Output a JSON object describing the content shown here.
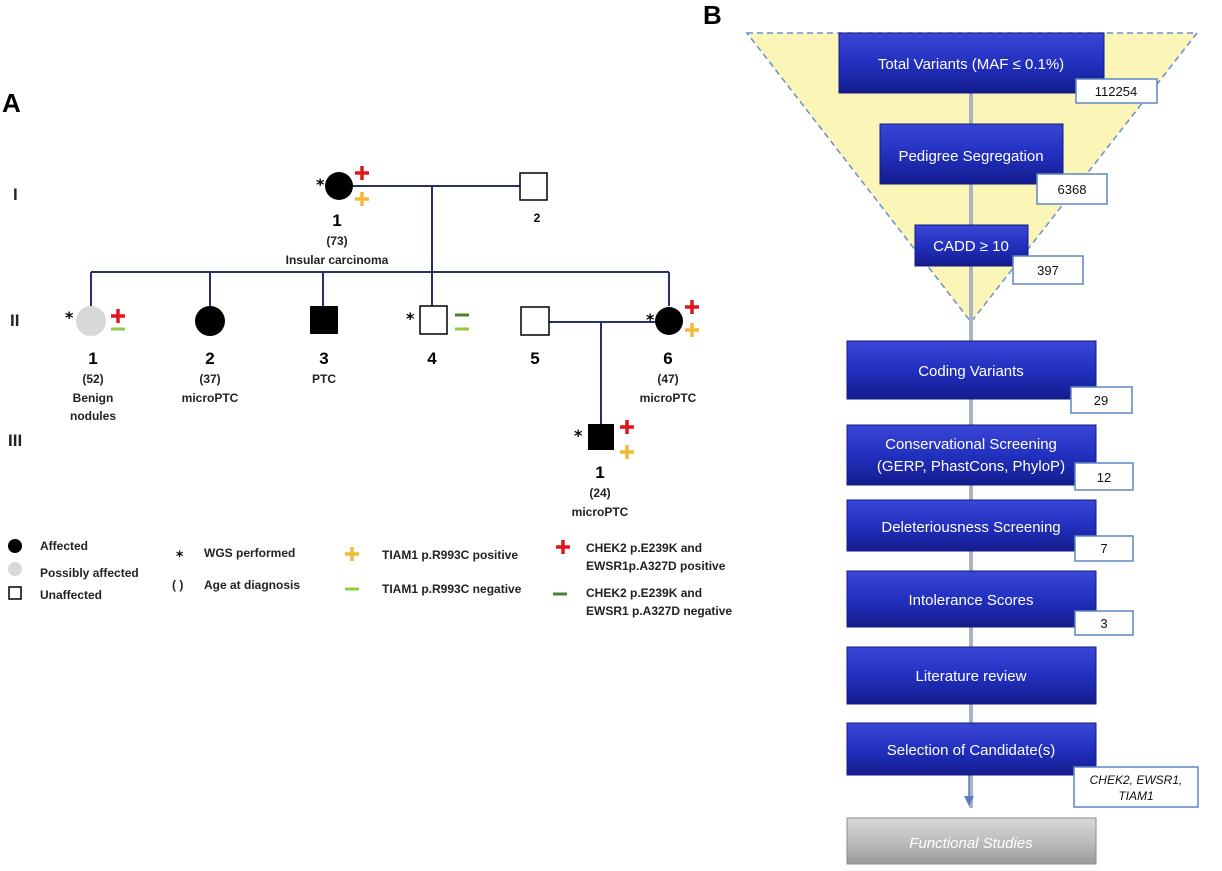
{
  "panelA": {
    "letter": "A",
    "generations": [
      "I",
      "II",
      "III"
    ],
    "individuals": {
      "I1": {
        "num": "1",
        "age": "(73)",
        "diagnosis": "Insular carcinoma"
      },
      "I2": {
        "num": "2"
      },
      "II1": {
        "num": "1",
        "age": "(52)",
        "diagnosis_line1": "Benign",
        "diagnosis_line2": "nodules"
      },
      "II2": {
        "num": "2",
        "age": "(37)",
        "diagnosis": "microPTC"
      },
      "II3": {
        "num": "3",
        "diagnosis": "PTC"
      },
      "II4": {
        "num": "4"
      },
      "II5": {
        "num": "5"
      },
      "II6": {
        "num": "6",
        "age": "(47)",
        "diagnosis": "microPTC"
      },
      "III1": {
        "num": "1",
        "age": "(24)",
        "diagnosis": "microPTC"
      }
    },
    "symbols": {
      "star": "*"
    },
    "legend": {
      "affected": "Affected",
      "possibly_affected": "Possibly affected",
      "unaffected": "Unaffected",
      "wgs": "WGS performed",
      "age_symbol": "( )",
      "age": "Age at diagnosis",
      "tiam1_pos": "TIAM1 p.R993C positive",
      "tiam1_neg": "TIAM1 p.R993C negative",
      "chek2_pos_1": "CHEK2 p.E239K and",
      "chek2_pos_2": "EWSR1p.A327D positive",
      "chek2_neg_1": "CHEK2 p.E239K and",
      "chek2_neg_2": "EWSR1 p.A327D negative"
    },
    "colors": {
      "red_plus": "#e0151c",
      "orange_plus": "#f2b83a",
      "light_green": "#8fcc3f",
      "dark_green": "#4f7d36",
      "possibly": "#d8d8d8",
      "line": "#27306a"
    }
  },
  "panelB": {
    "letter": "B",
    "steps": [
      {
        "label": "Total Variants (MAF ≤ 0.1%)",
        "count": "112254"
      },
      {
        "label": "Pedigree Segregation",
        "count": "6368"
      },
      {
        "label": "CADD ≥ 10",
        "count": "397"
      },
      {
        "label": "Coding Variants",
        "count": "29"
      },
      {
        "label1": "Conservational Screening",
        "label2": "(GERP, PhastCons, PhyloP)",
        "count": "12"
      },
      {
        "label": "Deleteriousness Screening",
        "count": "7"
      },
      {
        "label": "Intolerance Scores",
        "count": "3"
      },
      {
        "label": "Literature review"
      },
      {
        "label": "Selection of Candidate(s)",
        "count1": "CHEK2, EWSR1,",
        "count2": "TIAM1"
      }
    ],
    "final": "Functional Studies",
    "colors": {
      "box": "#1f2ab5",
      "funnel": "#fbf6b7",
      "funnel_border": "#6a8fcf",
      "connector": "#aab3c0",
      "count_border": "#5f86c4"
    }
  }
}
